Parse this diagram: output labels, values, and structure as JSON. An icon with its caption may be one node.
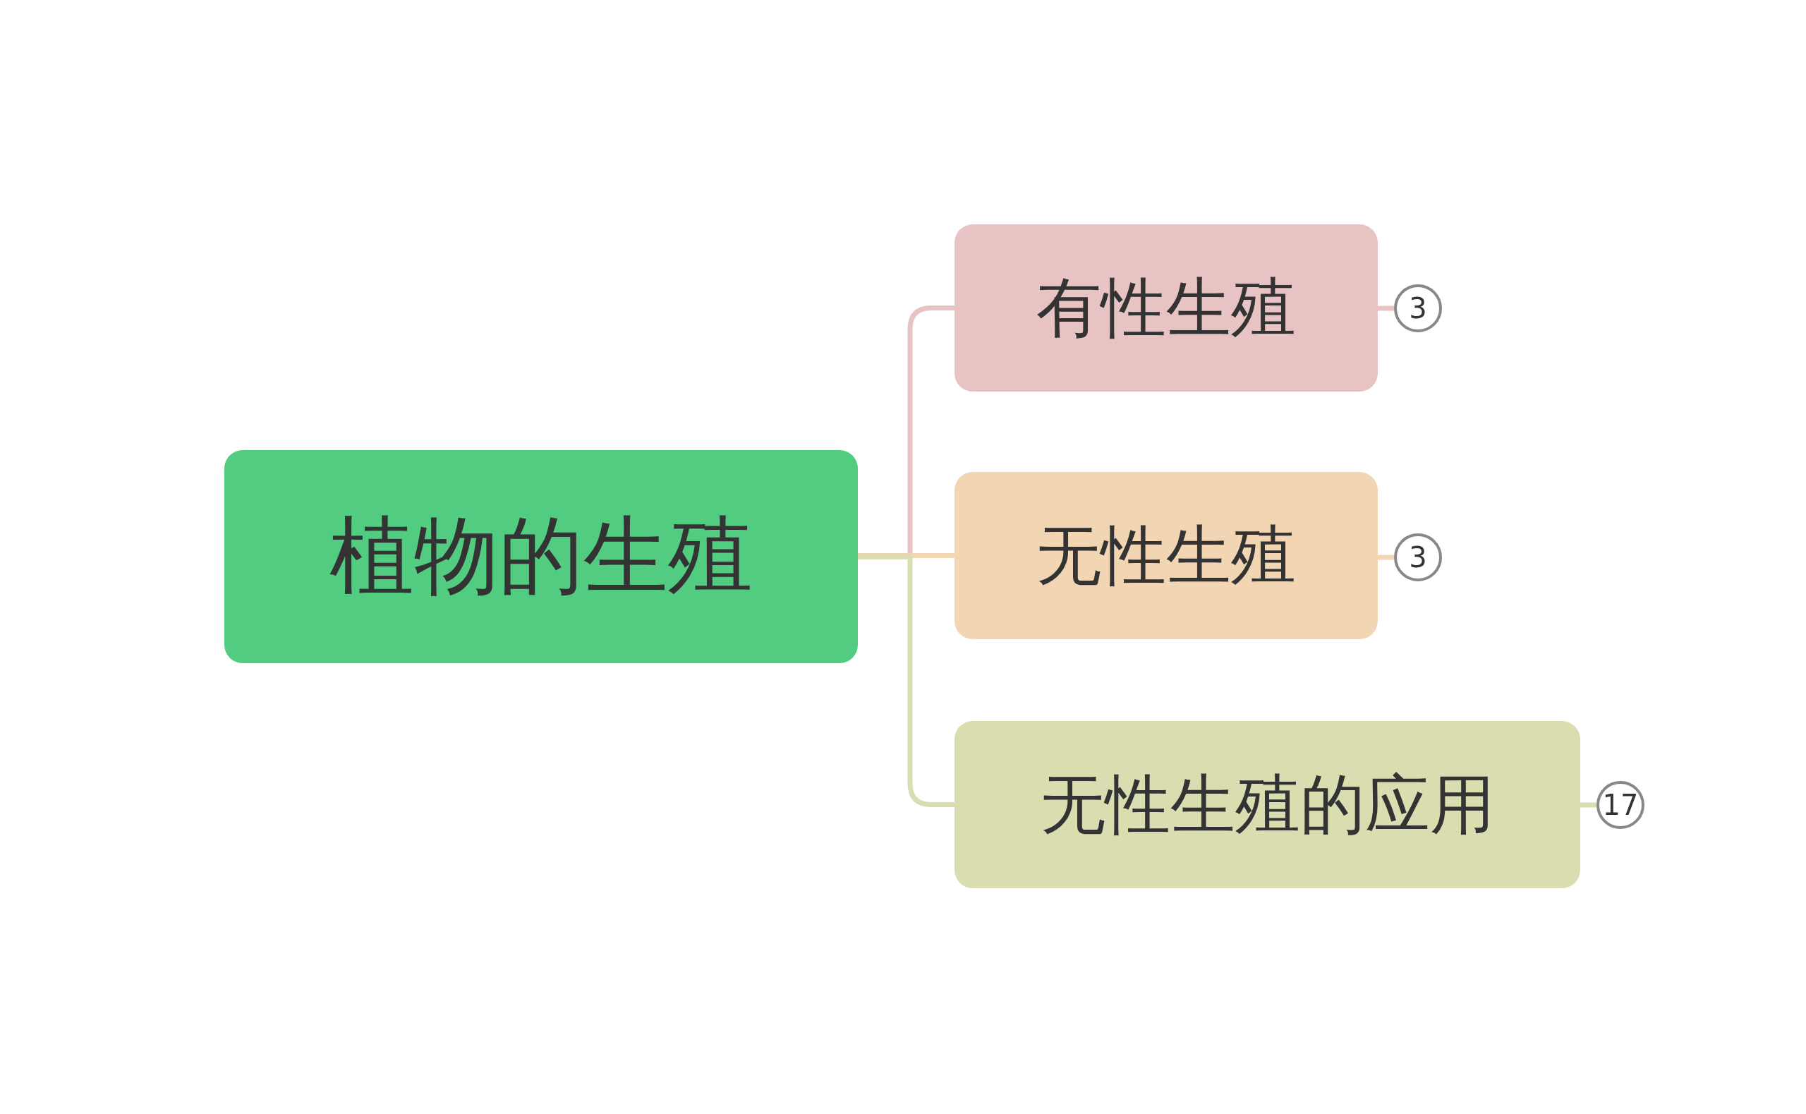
{
  "diagram": {
    "nodes": [
      {
        "text": [
          "植物的生殖"
        ]
      },
      {
        "text": [
          "有性生殖"
        ]
      },
      {
        "text": [
          "无性生殖"
        ]
      },
      {
        "text": [
          "无性生殖的应用"
        ]
      },
      {
        "text": [
          "3"
        ]
      },
      {
        "text": [
          "3"
        ]
      },
      {
        "text": [
          "17"
        ]
      }
    ],
    "edges": [
      {
        "from": 0,
        "to": 1,
        "arrow": "none",
        "color": "#e8c3c3"
      },
      {
        "from": 0,
        "to": 2,
        "arrow": "none",
        "color": "#f2d5b3"
      },
      {
        "from": 0,
        "to": 3,
        "arrow": "none",
        "color": "#d9ddb0"
      },
      {
        "from": 1,
        "to": 4,
        "arrow": "none",
        "color": "#e8c3c3"
      },
      {
        "from": 2,
        "to": 5,
        "arrow": "none",
        "color": "#f2d5b3"
      },
      {
        "from": 3,
        "to": 6,
        "arrow": "none",
        "color": "#d9ddb0"
      }
    ]
  }
}
